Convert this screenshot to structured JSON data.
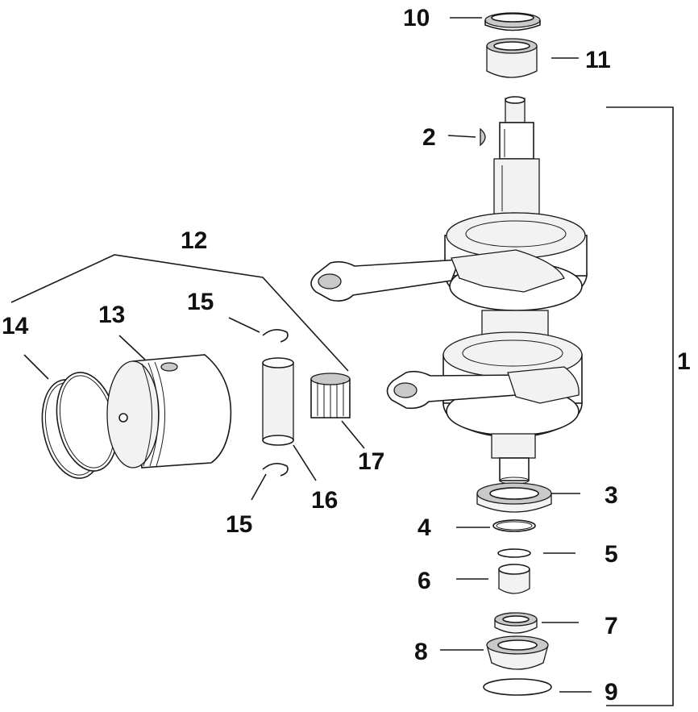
{
  "diagram": {
    "callouts": {
      "c1": "1",
      "c2": "2",
      "c3": "3",
      "c4": "4",
      "c5": "5",
      "c6": "6",
      "c7": "7",
      "c8": "8",
      "c9": "9",
      "c10": "10",
      "c11": "11",
      "c12": "12",
      "c13": "13",
      "c14": "14",
      "c15a": "15",
      "c15b": "15",
      "c16": "16",
      "c17": "17"
    }
  }
}
